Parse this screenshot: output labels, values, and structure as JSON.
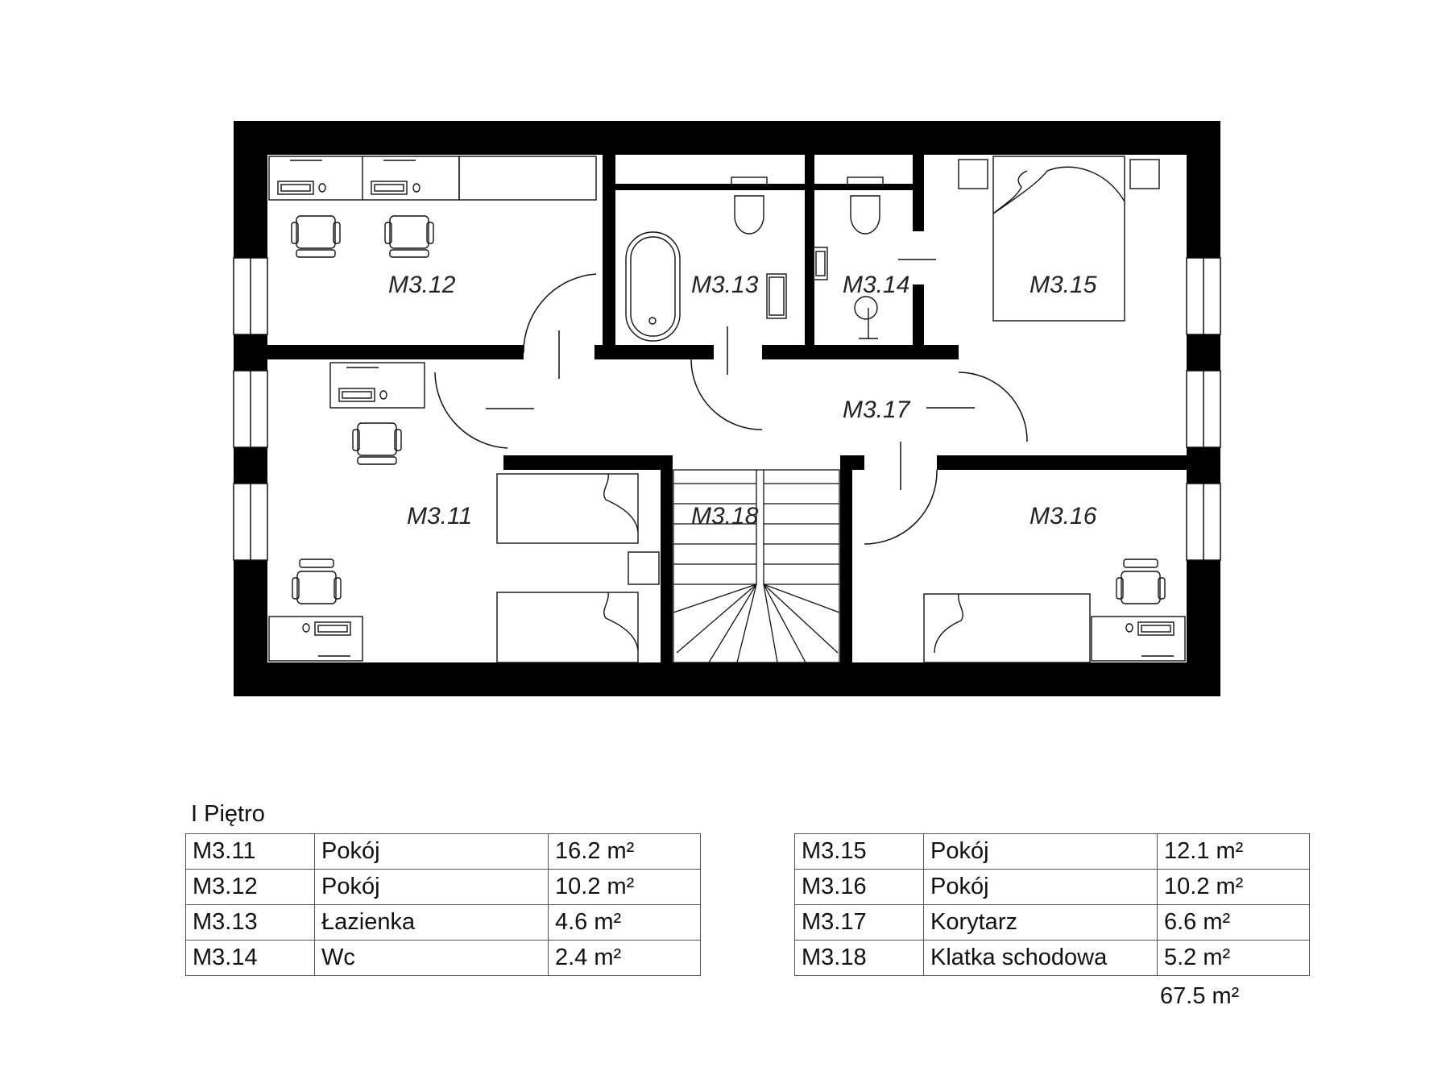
{
  "floor_title": "I Piętro",
  "rooms": [
    "M3.11",
    "M3.12",
    "M3.13",
    "M3.14",
    "M3.15",
    "M3.16",
    "M3.17",
    "M3.18"
  ],
  "table_left": [
    {
      "id": "M3.11",
      "name": "Pokój",
      "area": "16.2 m²"
    },
    {
      "id": "M3.12",
      "name": "Pokój",
      "area": "10.2 m²"
    },
    {
      "id": "M3.13",
      "name": "Łazienka",
      "area": "4.6 m²"
    },
    {
      "id": "M3.14",
      "name": "Wc",
      "area": "2.4 m²"
    }
  ],
  "table_right": [
    {
      "id": "M3.15",
      "name": "Pokój",
      "area": "12.1 m²"
    },
    {
      "id": "M3.16",
      "name": "Pokój",
      "area": "10.2 m²"
    },
    {
      "id": "M3.17",
      "name": "Korytarz",
      "area": "6.6 m²"
    },
    {
      "id": "M3.18",
      "name": "Klatka schodowa",
      "area": "5.2 m²"
    }
  ],
  "total_area": "67.5 m²",
  "colors": {
    "wall": "#000000",
    "furniture": "#111111",
    "background": "#ffffff"
  },
  "icons": [
    "desk-icon",
    "office-chair-icon",
    "bed-icon",
    "bathtub-icon",
    "toilet-icon",
    "sink-icon",
    "door-swing-icon",
    "window-icon",
    "staircase-icon"
  ]
}
